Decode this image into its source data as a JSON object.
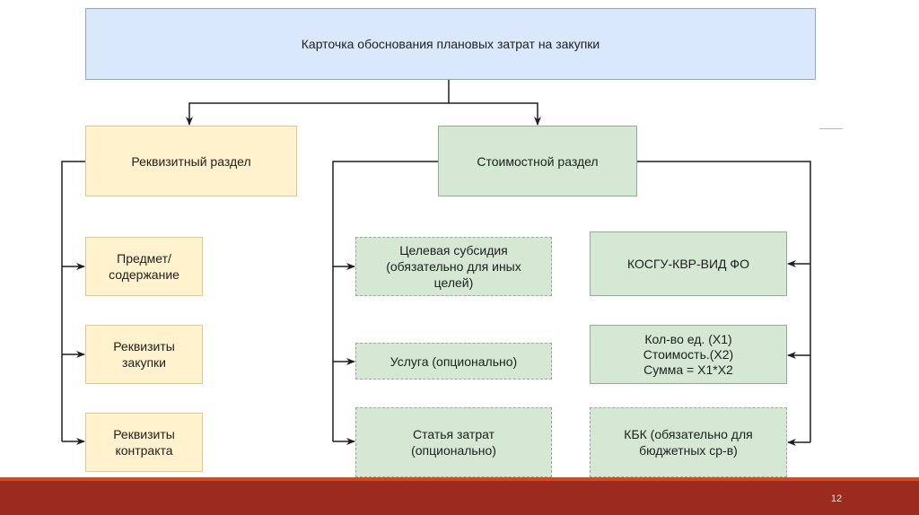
{
  "diagram": {
    "root": {
      "label": "Карточка обоснования плановых затрат на закупки"
    },
    "requisite_section": {
      "label": "Реквизитный раздел",
      "children": [
        {
          "label": "Предмет/\nсодержание",
          "style": "solid"
        },
        {
          "label": "Реквизиты\nзакупки",
          "style": "solid"
        },
        {
          "label": "Реквизиты\nконтракта",
          "style": "solid"
        }
      ]
    },
    "cost_section": {
      "label": "Стоимостной раздел",
      "left_children": [
        {
          "label": "Целевая субсидия\n(обязательно для иных\nцелей)",
          "style": "dashed"
        },
        {
          "label": "Услуга (опционально)",
          "style": "dashed"
        },
        {
          "label": "Статья затрат\n(опционально)",
          "style": "dashed"
        }
      ],
      "right_children": [
        {
          "label": "КОСГУ-КВР-ВИД ФО",
          "style": "solid"
        },
        {
          "label": "Кол-во ед. (Х1)\nСтоимость.(Х2)\nСумма = Х1*Х2",
          "style": "solid"
        },
        {
          "label": "КБК (обязательно для\nбюджетных ср-в)",
          "style": "dashed"
        }
      ]
    },
    "colors": {
      "root_fill": "#dae8fc",
      "requisite_fill": "#fff2cc",
      "cost_fill": "#d5e8d4",
      "footer": "#9a2b1e",
      "footer_accent": "#d24a1f"
    }
  },
  "slide": {
    "page_number": "12"
  }
}
